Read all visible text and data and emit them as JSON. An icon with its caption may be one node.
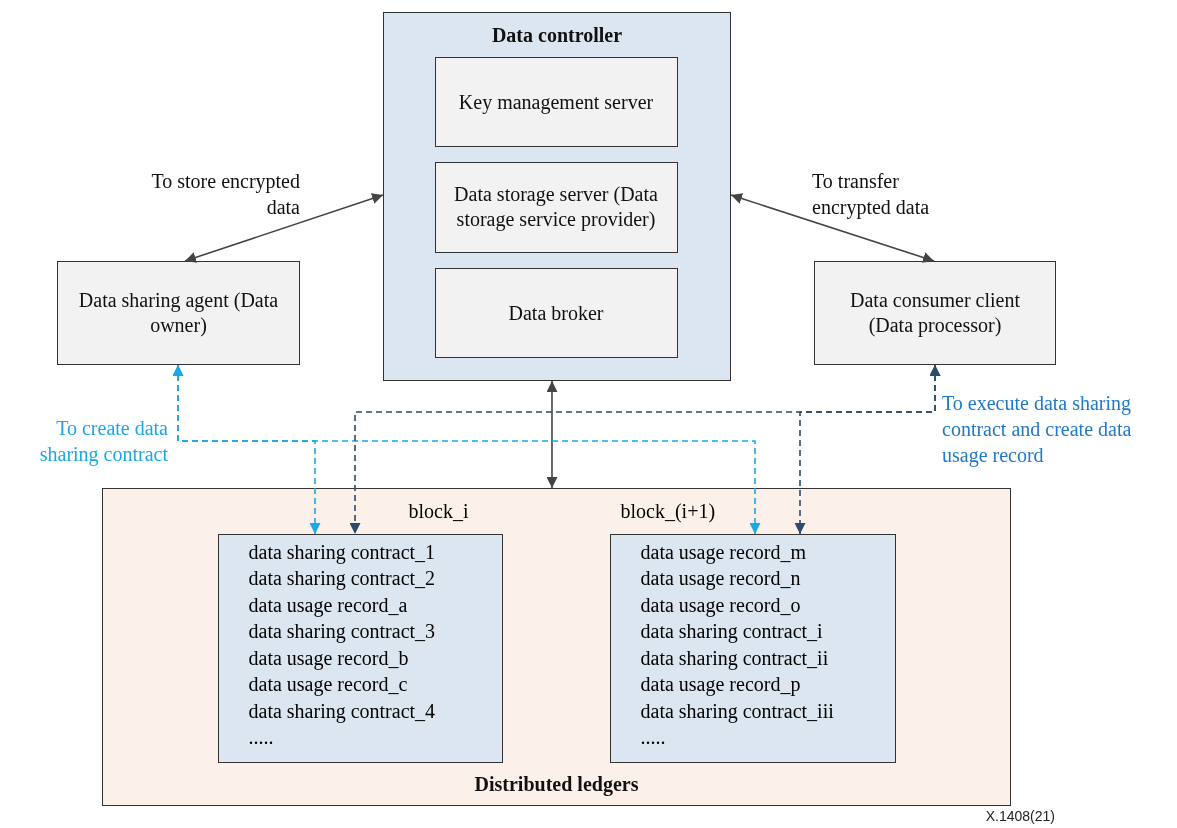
{
  "diagram": {
    "nodes": [
      {
        "text": [
          "Data controller"
        ]
      },
      {
        "text": [
          "Key management server"
        ],
        "in": 0
      },
      {
        "text": [
          "Data storage server (Data storage service provider)"
        ],
        "in": 0
      },
      {
        "text": [
          "Data broker"
        ],
        "in": 0
      },
      {
        "text": [
          "Data sharing agent (Data owner)"
        ]
      },
      {
        "text": [
          "Data consumer client (Data processor)"
        ]
      },
      {
        "text": [
          "Distributed ledgers"
        ]
      },
      {
        "text": [
          "block_i",
          "data sharing contract_1",
          "data sharing contract_2",
          "data usage record_a",
          "data sharing contract_3",
          "data usage record_b",
          "data usage record_c",
          "data sharing contract_4",
          "....."
        ],
        "in": 6
      },
      {
        "text": [
          "block_(i+1)",
          "data usage record_m",
          "data usage record_n",
          "data usage record_o",
          "data sharing contract_i",
          "data sharing contract_ii",
          "data usage record_p",
          "data sharing contract_iii",
          "....."
        ],
        "in": 6
      }
    ],
    "edges": [
      {
        "from": 4,
        "to": 0,
        "arrow": "both",
        "label": "To store encrypted data"
      },
      {
        "from": 0,
        "to": 5,
        "arrow": "both",
        "label": "To transfer encrypted data"
      },
      {
        "from": 0,
        "to": 6,
        "arrow": "both"
      },
      {
        "from": 4,
        "to": 7,
        "arrow": "both",
        "style": "dashed",
        "color": "#1aa7e6",
        "label": "To create data sharing contract"
      },
      {
        "from": 4,
        "to": 8,
        "arrow": "both",
        "style": "dashed",
        "color": "#1aa7e6"
      },
      {
        "from": 5,
        "to": 7,
        "arrow": "both",
        "style": "dashed",
        "color": "#2d4a68",
        "label": "To execute data sharing contract and create data usage record"
      },
      {
        "from": 5,
        "to": 8,
        "arrow": "both",
        "style": "dashed",
        "color": "#2d4a68"
      }
    ],
    "labels": [
      "X.1408(21)"
    ]
  }
}
